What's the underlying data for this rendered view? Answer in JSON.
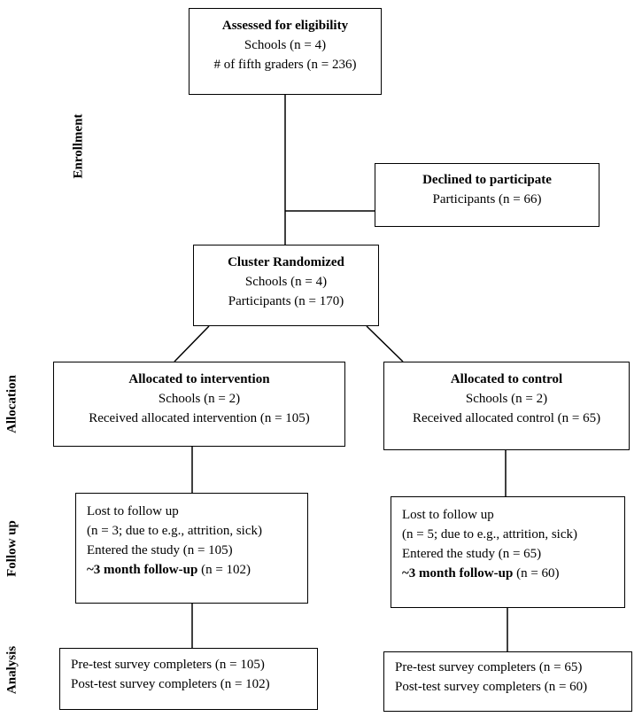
{
  "stages": {
    "enrollment": "Enrollment",
    "allocation": "Allocation",
    "follow_up": "Follow up",
    "analysis": "Analysis"
  },
  "eligibility": {
    "title": "Assessed for eligibility",
    "line1": "Schools (n = 4)",
    "line2": "# of fifth graders (n = 236)"
  },
  "declined": {
    "title": "Declined to participate",
    "line1": "Participants (n = 66)"
  },
  "randomized": {
    "title": "Cluster Randomized",
    "line1": "Schools (n = 4)",
    "line2": "Participants (n = 170)"
  },
  "intervention": {
    "title": "Allocated to intervention",
    "line1": "Schools (n = 2)",
    "line2": "Received allocated intervention (n = 105)"
  },
  "control": {
    "title": "Allocated to control",
    "line1": "Schools (n = 2)",
    "line2": "Received allocated control (n = 65)"
  },
  "followup_intervention": {
    "line1": "Lost to follow up",
    "line2": "(n = 3; due to e.g., attrition, sick)",
    "line3": "Entered the study (n = 105)",
    "line4_bold": "~3 month follow-up",
    "line4_rest": " (n = 102)"
  },
  "followup_control": {
    "line1": "Lost to follow up",
    "line2": "(n = 5; due to e.g., attrition, sick)",
    "line3": "Entered the study (n = 65)",
    "line4_bold": "~3 month follow-up",
    "line4_rest": " (n = 60)"
  },
  "analysis_intervention": {
    "line1": "Pre-test survey completers (n = 105)",
    "line2": "Post-test survey completers (n = 102)"
  },
  "analysis_control": {
    "line1": "Pre-test survey completers (n = 65)",
    "line2": "Post-test survey completers (n = 60)"
  }
}
